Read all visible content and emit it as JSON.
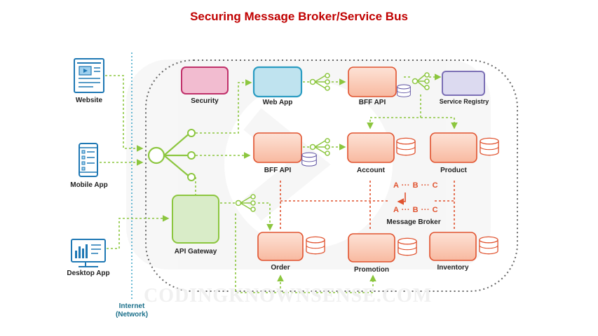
{
  "title": "Securing Message Broker/Service Bus",
  "clients": {
    "website": "Website",
    "mobile": "Mobile App",
    "desktop": "Desktop App"
  },
  "internet_label": [
    "Internet",
    "(Network)"
  ],
  "nodes": {
    "security": "Security",
    "web_app": "Web App",
    "bff_api_top": "BFF API",
    "service_registry": "Service Registry",
    "bff_api_mid": "BFF API",
    "account": "Account",
    "product": "Product",
    "api_gateway": "API Gateway",
    "message_broker": "Message Broker",
    "order": "Order",
    "promotion": "Promotion",
    "inventory": "Inventory"
  },
  "broker_sequence_top": "A ··· B ··· C",
  "broker_sequence_bottom": "A ··· B ··· C",
  "watermark": "CODINGKNOWNSENSE.COM",
  "colors": {
    "title": "#c00000",
    "dashed_green": "#8cc63f",
    "dashed_orange": "#e0522e",
    "service_fill": "#fbd0bf",
    "service_border": "#e0522e",
    "security_fill": "#f2bcd0",
    "security_border": "#c0306a",
    "webapp_fill": "#bfe3ef",
    "webapp_border": "#2a9cc2",
    "gateway_fill": "#d9ecc8",
    "gateway_border": "#8cc63f",
    "registry_fill": "#dcdaf0",
    "registry_border": "#7b6fb5",
    "device_blue": "#1f78b4"
  }
}
